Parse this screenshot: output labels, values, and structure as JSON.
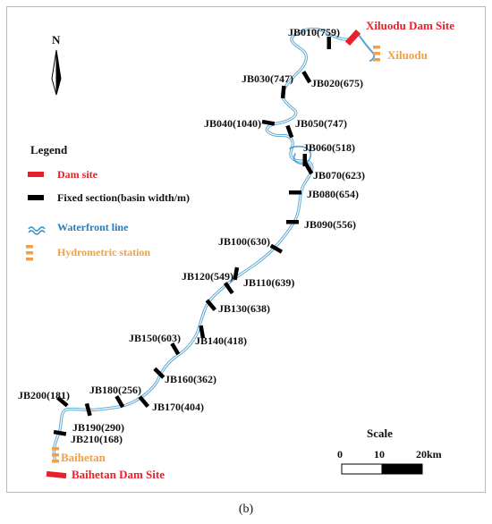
{
  "north_label": "N",
  "caption": "(b)",
  "legend": {
    "title": "Legend",
    "dam_site": "Dam site",
    "fixed_section": "Fixed section(basin width/m)",
    "waterfront": "Waterfront line",
    "hydrometric": "Hydrometric station"
  },
  "places": {
    "xiluodu_dam": "Xiluodu Dam Site",
    "xiluodu_station": "Xiluodu",
    "baihetan_station": "Baihetan",
    "baihetan_dam": "Baihetan Dam Site"
  },
  "scale": {
    "title": "Scale",
    "tick0": "0",
    "tick1": "10",
    "tick2": "20km"
  },
  "sections": [
    {
      "id": "JB010",
      "width_m": 759,
      "text": "JB010(759)"
    },
    {
      "id": "JB020",
      "width_m": 675,
      "text": "JB020(675)"
    },
    {
      "id": "JB030",
      "width_m": 747,
      "text": "JB030(747)"
    },
    {
      "id": "JB040",
      "width_m": 1040,
      "text": "JB040(1040)"
    },
    {
      "id": "JB050",
      "width_m": 747,
      "text": "JB050(747)"
    },
    {
      "id": "JB060",
      "width_m": 518,
      "text": "JB060(518)"
    },
    {
      "id": "JB070",
      "width_m": 623,
      "text": "JB070(623)"
    },
    {
      "id": "JB080",
      "width_m": 654,
      "text": "JB080(654)"
    },
    {
      "id": "JB090",
      "width_m": 556,
      "text": "JB090(556)"
    },
    {
      "id": "JB100",
      "width_m": 630,
      "text": "JB100(630)"
    },
    {
      "id": "JB110",
      "width_m": 639,
      "text": "JB110(639)"
    },
    {
      "id": "JB120",
      "width_m": 549,
      "text": "JB120(549)"
    },
    {
      "id": "JB130",
      "width_m": 638,
      "text": "JB130(638)"
    },
    {
      "id": "JB140",
      "width_m": 418,
      "text": "JB140(418)"
    },
    {
      "id": "JB150",
      "width_m": 603,
      "text": "JB150(603)"
    },
    {
      "id": "JB160",
      "width_m": 362,
      "text": "JB160(362)"
    },
    {
      "id": "JB170",
      "width_m": 404,
      "text": "JB170(404)"
    },
    {
      "id": "JB180",
      "width_m": 256,
      "text": "JB180(256)"
    },
    {
      "id": "JB190",
      "width_m": 290,
      "text": "JB190(290)"
    },
    {
      "id": "JB200",
      "width_m": 181,
      "text": "JB200(181)"
    },
    {
      "id": "JB210",
      "width_m": 168,
      "text": "JB210(168)"
    }
  ],
  "colors": {
    "dam_site": "#e8202a",
    "fixed_section": "#000000",
    "waterfront": "#2a8ec8",
    "waterfront_text": "#1f7fc0",
    "hydrometric": "#f0a046",
    "dam_text": "#e8202a"
  }
}
